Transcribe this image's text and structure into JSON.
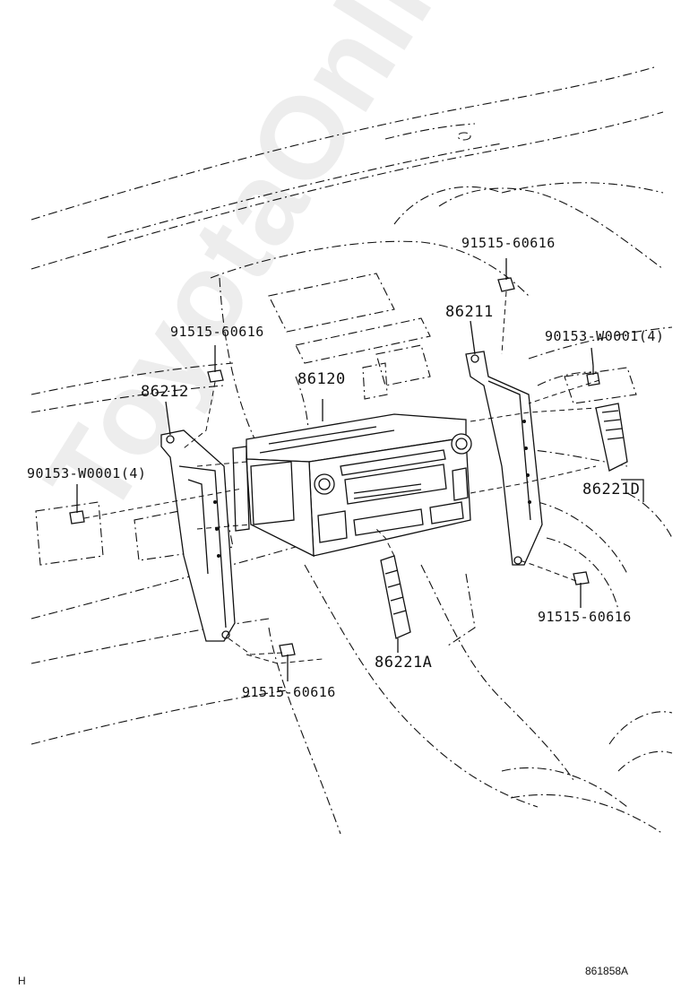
{
  "labels": {
    "bolt_top_right": "91515-60616",
    "bracket_right": "86211",
    "screw_right": "90153-W0001(4)",
    "bolt_top_left": "91515-60616",
    "radio_unit": "86120",
    "bracket_left": "86212",
    "screw_left": "90153-W0001(4)",
    "pad_right": "86221D",
    "bolt_bottom_right": "91515-60616",
    "pad_center": "86221A",
    "bolt_bottom_left": "91515-60616"
  },
  "footer": {
    "figure_code": "861858A",
    "corner_mark": "H"
  },
  "watermark": "ToyotaOnline.ru"
}
